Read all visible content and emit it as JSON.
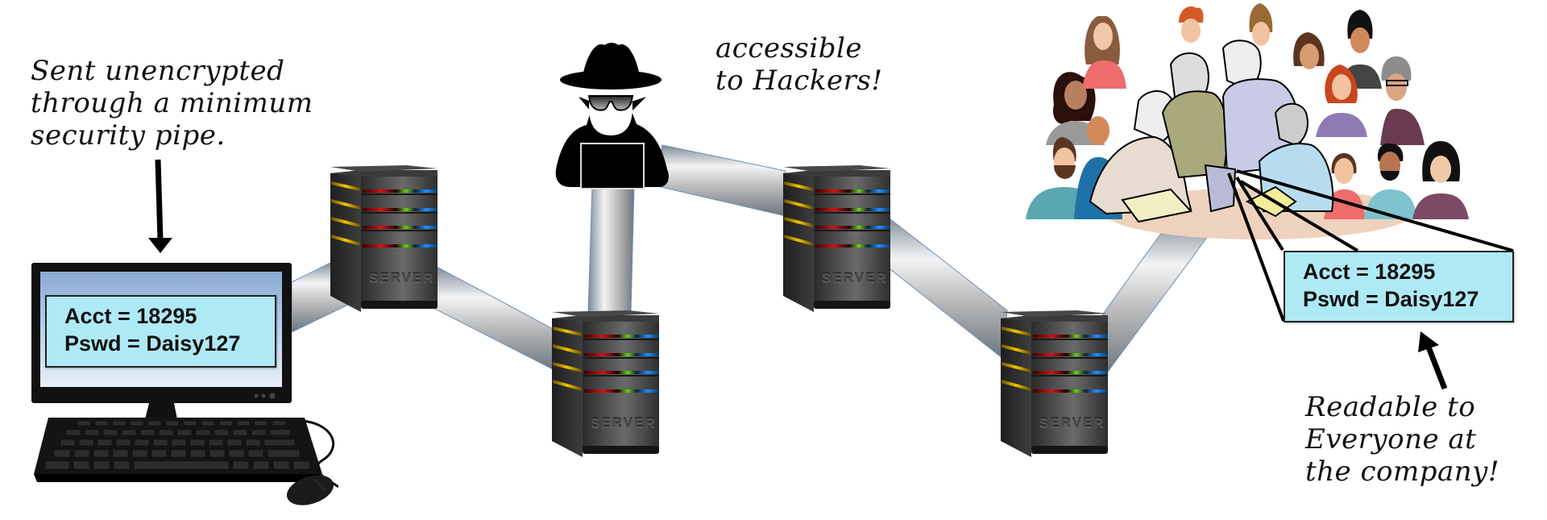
{
  "annotations": {
    "left_note": [
      "Sent unencrypted",
      "through a minimum",
      "security pipe."
    ],
    "hacker_note": [
      "accessible",
      "to Hackers!"
    ],
    "right_note": [
      "Readable to",
      "Everyone at",
      "the company!"
    ]
  },
  "credentials": {
    "account_line": "Acct = 18295",
    "password_line": "Pswd = Daisy127"
  },
  "servers": [
    {
      "label": "SERVER"
    },
    {
      "label": "SERVER"
    },
    {
      "label": "SERVER"
    },
    {
      "label": "SERVER"
    }
  ],
  "icons": {
    "computer": "desktop-computer-icon",
    "hacker": "hacker-icon",
    "server": "server-icon",
    "crowd": "crowd-of-people-icon"
  },
  "colors": {
    "credential_box": "#aee9f6",
    "screen_top": "#8fb0d8",
    "server_body": "#3a3a3a",
    "pipe": "#c8c8c8"
  }
}
